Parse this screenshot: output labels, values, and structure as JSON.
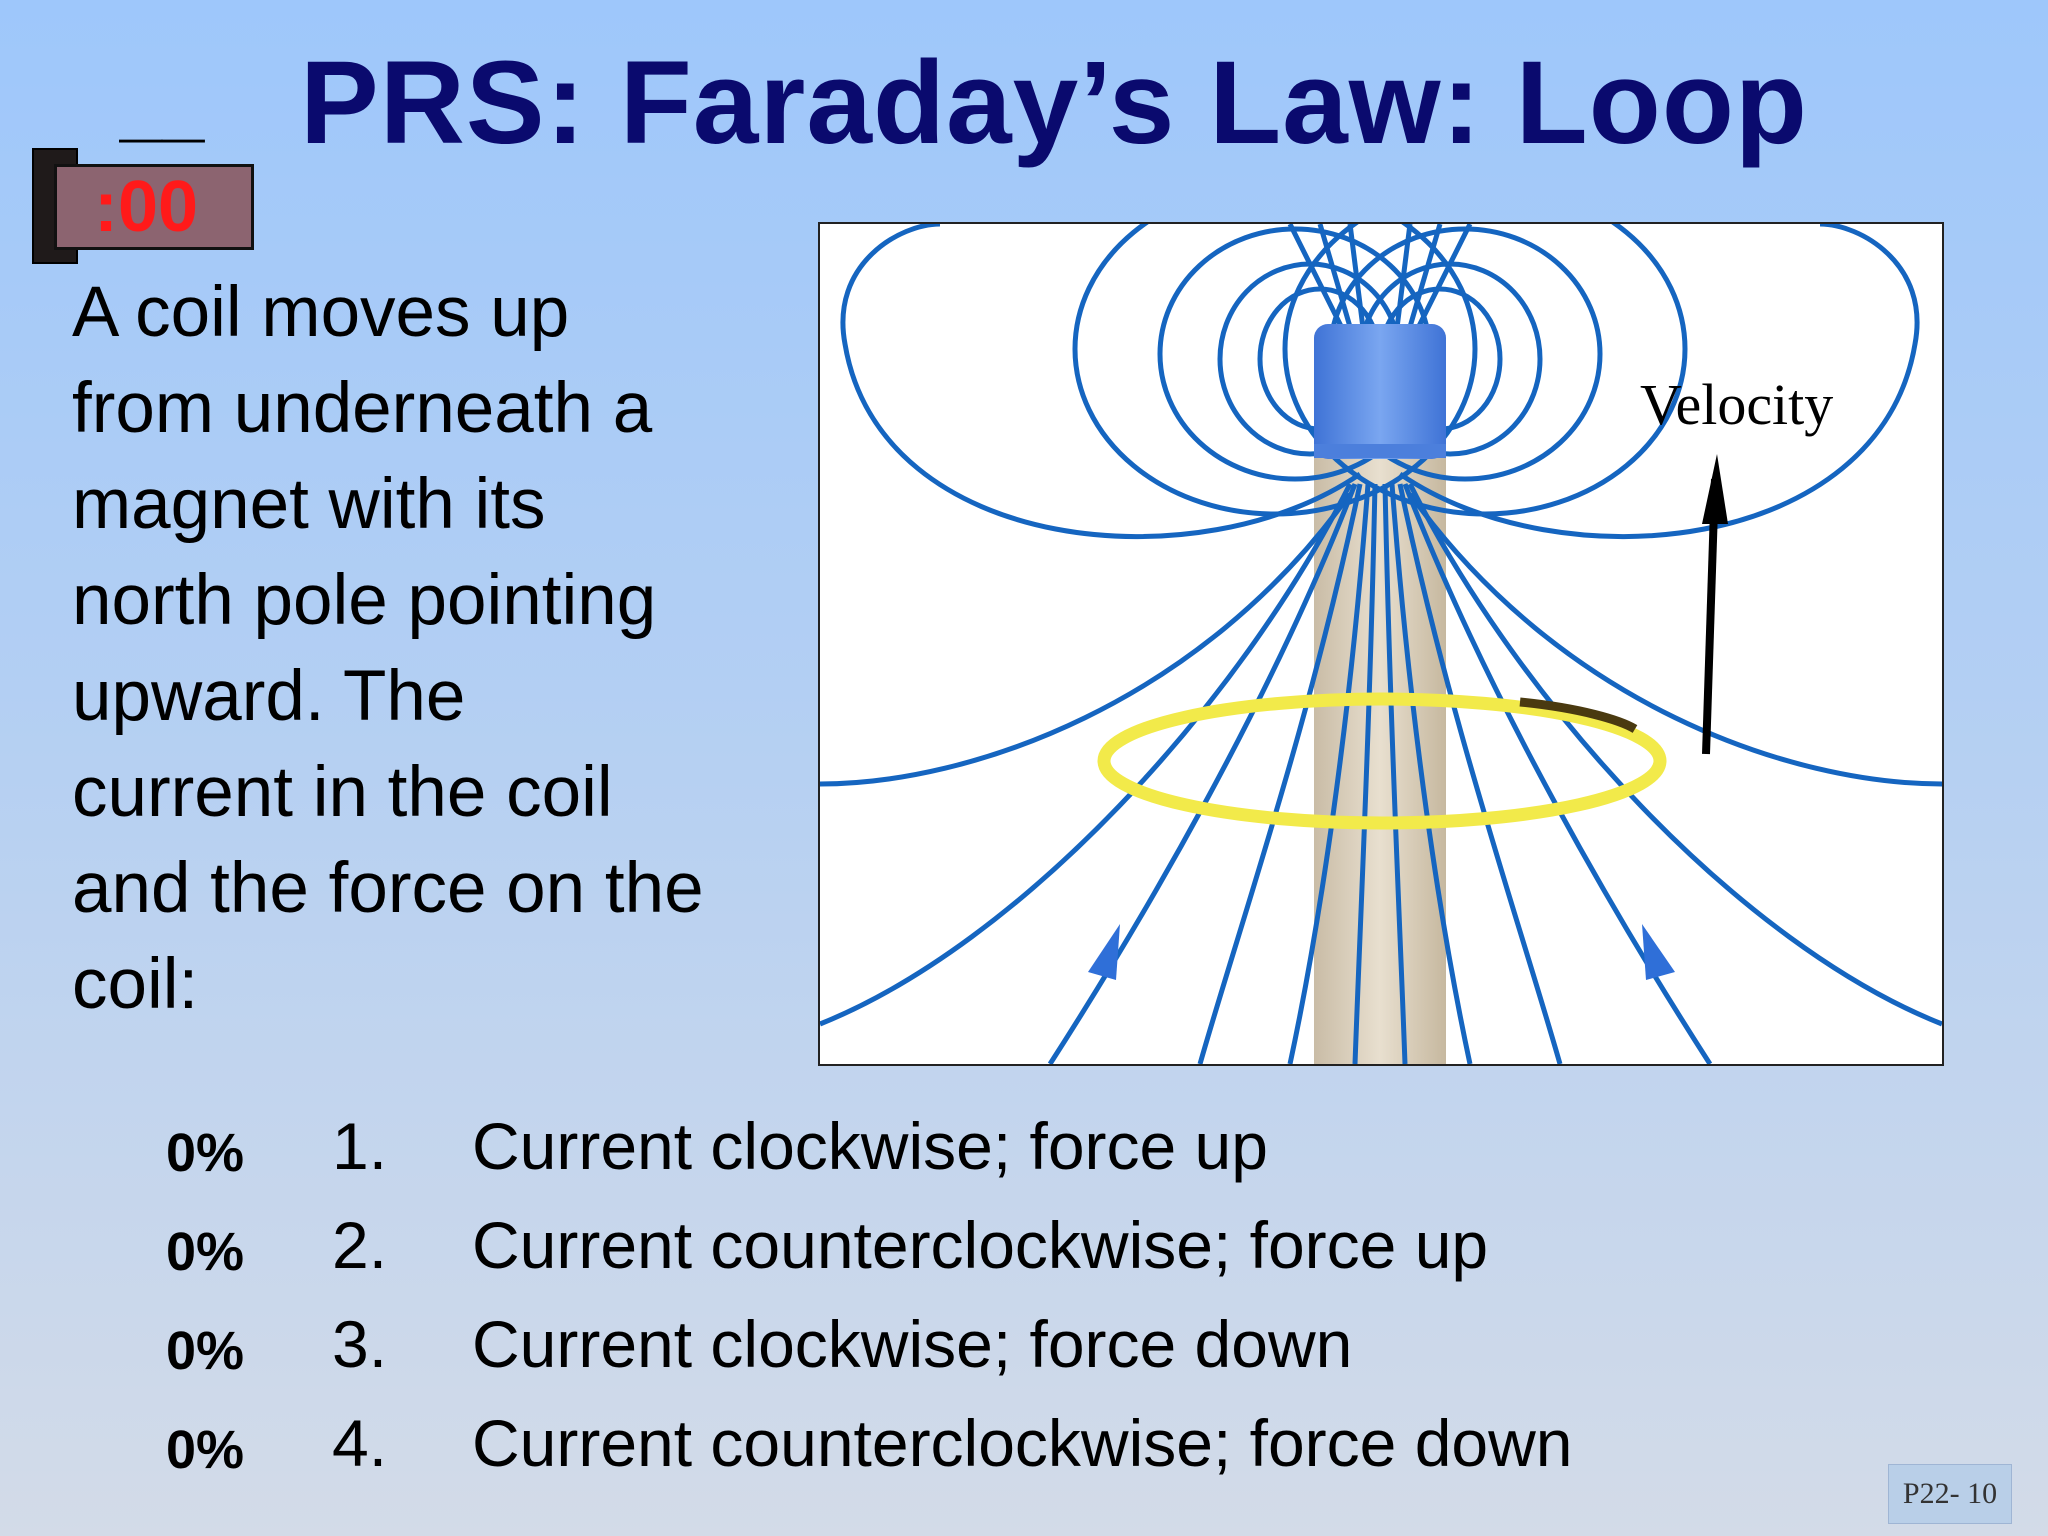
{
  "slide": {
    "title": "PRS: Faraday’s Law: Loop",
    "response_counter": "__",
    "timer": ":00",
    "question": "A coil moves up\nfrom underneath a\nmagnet with its\nnorth pole pointing\nupward.   The\ncurrent in the coil\nand the force on the\ncoil:",
    "figure": {
      "velocity_label": "Velocity"
    },
    "answers": [
      {
        "percent": "0%",
        "number": "1.",
        "text": "Current clockwise; force up"
      },
      {
        "percent": "0%",
        "number": "2.",
        "text": "Current counterclockwise; force up"
      },
      {
        "percent": "0%",
        "number": "3.",
        "text": "Current clockwise; force down"
      },
      {
        "percent": "0%",
        "number": "4.",
        "text": "Current counterclockwise; force down"
      }
    ],
    "slide_number": "P22- 10"
  },
  "colors": {
    "title": "#0a0a6e",
    "timer_text": "#ff1a1a",
    "field_lines": "#1565c0",
    "coil": "#f2ea4a",
    "magnet": "#5b8fe6"
  }
}
